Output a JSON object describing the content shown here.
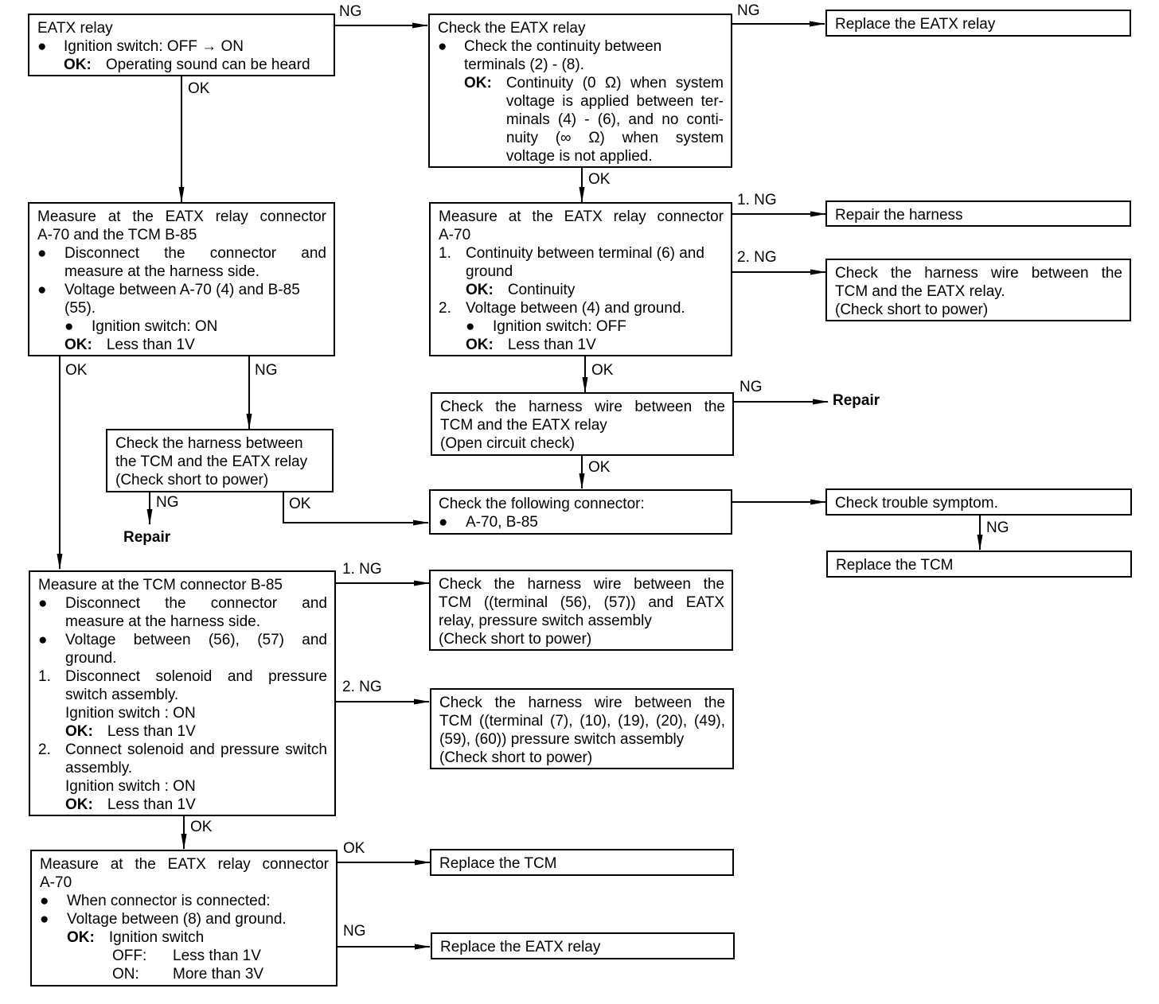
{
  "labels": {
    "ok": "OK",
    "ng": "NG",
    "ng1": "1.   NG",
    "ng2": "2.   NG",
    "ok_key": "OK:",
    "repair": "Repair",
    "bullet": "●"
  },
  "boxes": {
    "eatx_relay": {
      "title": "EATX relay",
      "item": "Ignition switch: OFF → ON",
      "ok_text": "Operating sound can be heard"
    },
    "check_eatx_relay": {
      "title": "Check the EATX relay",
      "item": "Check the continuity between terminals (2) - (8).",
      "ok_lines": [
        "Continuity (0 Ω) when system",
        "voltage is applied between ter-",
        "minals (4) - (6), and no conti-",
        "nuity (∞ Ω) when system",
        "voltage is not applied."
      ]
    },
    "replace_eatx_relay_top": {
      "text": "Replace the EATX relay"
    },
    "measure_a70_b85": {
      "title_lines": [
        "Measure at the EATX relay connector",
        "A-70 and the TCM B-85"
      ],
      "item1": "Disconnect the connector and measure at the harness side.",
      "item2": "Voltage between A-70 (4) and B-85 (55).",
      "sub": "Ignition switch: ON",
      "ok_text": "Less than 1V"
    },
    "measure_a70": {
      "title_lines": [
        "Measure at the EATX relay connector",
        "A-70"
      ],
      "step1": "Continuity between terminal (6) and ground",
      "step1_ok": "Continuity",
      "step2": "Voltage between (4) and ground.",
      "sub": "Ignition switch: OFF",
      "ok_text": "Less than 1V"
    },
    "repair_harness": {
      "text": "Repair the harness"
    },
    "check_short_power_right": {
      "lines": [
        "Check the harness wire between the",
        "TCM and the EATX relay.",
        "(Check short to power)"
      ]
    },
    "check_open_circuit": {
      "lines": [
        "Check the harness wire between the",
        "TCM and the EATX relay",
        "(Open circuit check)"
      ]
    },
    "check_harness_left": {
      "lines": [
        "Check the harness between",
        "the TCM and the EATX relay",
        "(Check short to power)"
      ]
    },
    "check_connector": {
      "title": "Check the following connector:",
      "item": "A-70, B-85"
    },
    "check_trouble": {
      "text": "Check trouble symptom."
    },
    "replace_tcm_right": {
      "text": "Replace the TCM"
    },
    "measure_b85": {
      "title": "Measure at the TCM connector B-85",
      "item1": "Disconnect the connector and measure at the harness side.",
      "item2": "Voltage between (56), (57) and ground.",
      "step1": "Disconnect solenoid and pressure switch assembly.",
      "step1_sub": "Ignition switch : ON",
      "step1_ok": "Less than 1V",
      "step2": "Connect solenoid and pressure switch assembly.",
      "step2_sub": "Ignition switch : ON",
      "step2_ok": "Less than 1V"
    },
    "check_56_57": {
      "lines": [
        "Check the harness wire between the",
        "TCM ((terminal (56), (57)) and EATX",
        "relay, pressure switch assembly",
        "(Check short to power)"
      ]
    },
    "check_7_60": {
      "lines": [
        "Check the harness wire between the",
        "TCM ((terminal (7), (10), (19), (20), (49),",
        "(59), (60)) pressure switch assembly",
        "(Check short to power)"
      ]
    },
    "measure_a70_final": {
      "title_lines": [
        "Measure at the EATX relay connector",
        "A-70"
      ],
      "item1": "When connector is connected:",
      "item2": "Voltage between (8) and ground.",
      "ok_head": "Ignition switch",
      "off_key": "OFF:",
      "off_val": "Less than 1V",
      "on_key": "ON:",
      "on_val": "More than 3V"
    },
    "replace_tcm_bottom": {
      "text": "Replace the TCM"
    },
    "replace_eatx_relay_bottom": {
      "text": "Replace the EATX relay"
    }
  }
}
